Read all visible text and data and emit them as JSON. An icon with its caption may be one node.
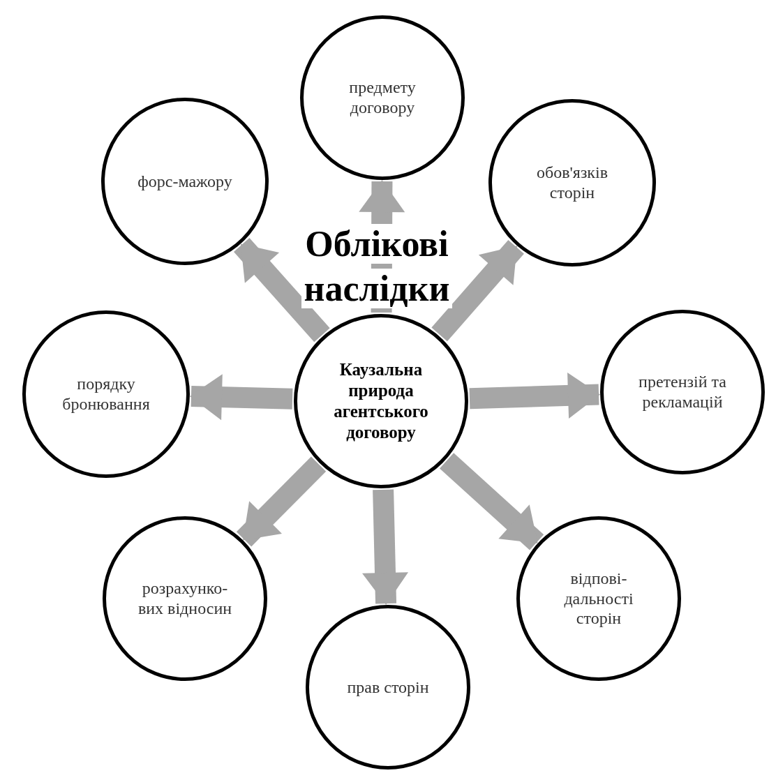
{
  "diagram": {
    "title": "Облікові наслідки",
    "nodes": [
      {
        "text": [
          "Каузальна природа агентського договору"
        ]
      },
      {
        "text": [
          "предмету договору"
        ]
      },
      {
        "text": [
          "обов'язків сторін"
        ]
      },
      {
        "text": [
          "претензій та рекламацій"
        ]
      },
      {
        "text": [
          "відпові-дальності сторін"
        ]
      },
      {
        "text": [
          "прав сторін"
        ]
      },
      {
        "text": [
          "розрахунко-вих відносин"
        ]
      },
      {
        "text": [
          "порядку бронювання"
        ]
      },
      {
        "text": [
          "форс-мажору"
        ]
      }
    ],
    "edges": [
      {
        "from": 0,
        "to": 1,
        "arrow": "to"
      },
      {
        "from": 0,
        "to": 2,
        "arrow": "to"
      },
      {
        "from": 0,
        "to": 3,
        "arrow": "to"
      },
      {
        "from": 0,
        "to": 4,
        "arrow": "to"
      },
      {
        "from": 0,
        "to": 5,
        "arrow": "to"
      },
      {
        "from": 0,
        "to": 6,
        "arrow": "to"
      },
      {
        "from": 0,
        "to": 7,
        "arrow": "to"
      },
      {
        "from": 0,
        "to": 8,
        "arrow": "to"
      }
    ]
  }
}
